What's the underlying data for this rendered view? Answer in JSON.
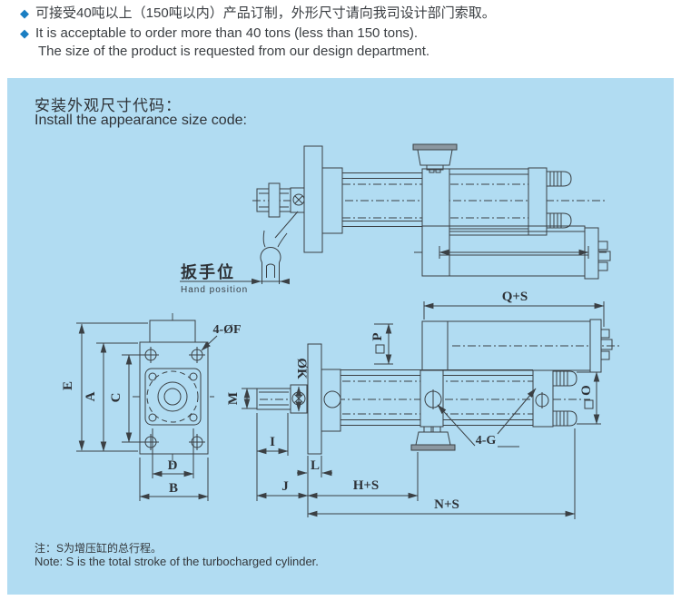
{
  "header": {
    "bullet_zh": "可接受40吨以上（150吨以内）产品订制，外形尺寸请向我司设计部门索取。",
    "bullet_en_line1": "It is acceptable to order more than 40 tons (less than 150 tons).",
    "bullet_en_line2": "The size of the product is requested from our design department."
  },
  "panel": {
    "title_zh": "安装外观尺寸代码：",
    "title_en": "Install the appearance size code:",
    "note_zh": "注：S为增压缸的总行程。",
    "note_en": "Note: S is the total stroke of the turbocharged cylinder."
  },
  "diagram": {
    "hand_position_zh": "扳手位",
    "hand_position_en": "Hand position",
    "labels": {
      "e": "E",
      "a": "A",
      "c": "C",
      "d": "D",
      "b": "B",
      "four_f": "4-ØF",
      "m": "M",
      "ok": "ØK",
      "i": "I",
      "l": "L",
      "j": "J",
      "h_s": "H+S",
      "n_s": "N+S",
      "q_s": "Q+S",
      "p": "P",
      "o": "O",
      "four_g": "4-G"
    }
  },
  "colors": {
    "accent_blue": "#1b7ec2",
    "panel_bg": "#b1dcf2",
    "line": "#3b4044",
    "text": "#33373b"
  }
}
